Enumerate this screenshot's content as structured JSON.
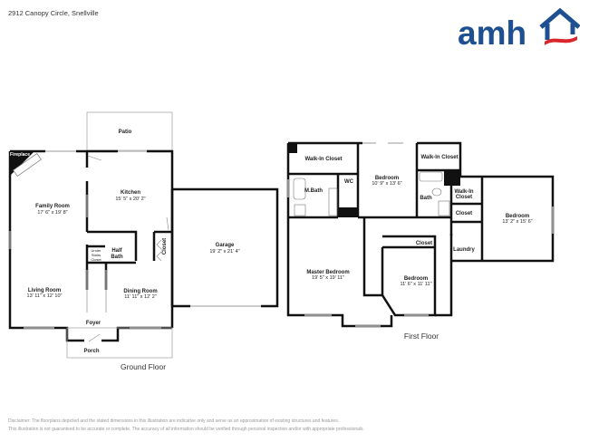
{
  "header": {
    "address": "2912 Canopy Circle, Snellville",
    "logo": {
      "text": "amh",
      "brand_color": "#1d4f91",
      "accent_color": "#d9262c",
      "icon": "house-icon"
    }
  },
  "ground_floor": {
    "title": "Ground Floor",
    "rooms": {
      "patio": {
        "name": "Patio"
      },
      "fireplace": {
        "name": "Fireplace"
      },
      "family_room": {
        "name": "Family Room",
        "dims": "17' 6\" x 19' 8\""
      },
      "kitchen": {
        "name": "Kitchen",
        "dims": "15' 5\" x 20' 2\""
      },
      "garage": {
        "name": "Garage",
        "dims": "19' 2\" x 21' 4\""
      },
      "under_stairs_closet": {
        "name_lines": [
          "Under",
          "Stairs",
          "Closet"
        ]
      },
      "half_bath": {
        "name_lines": [
          "Half",
          "Bath"
        ]
      },
      "closet": {
        "name": "Closet"
      },
      "living_room": {
        "name": "Living Room",
        "dims": "13' 11\" x 12' 10\""
      },
      "dining_room": {
        "name": "Dining Room",
        "dims": "11' 11\" x 12' 2\""
      },
      "foyer": {
        "name": "Foyer"
      },
      "porch": {
        "name": "Porch"
      }
    }
  },
  "first_floor": {
    "title": "First Floor",
    "rooms": {
      "walk_in_closet_master": {
        "name": "Walk-In Closet"
      },
      "m_bath": {
        "name": "M.Bath"
      },
      "wc": {
        "name": "WC"
      },
      "bedroom_2": {
        "name": "Bedroom",
        "dims": "10' 9\" x 13' 6\""
      },
      "walk_in_closet_2": {
        "name": "Walk-In Closet"
      },
      "bath": {
        "name": "Bath"
      },
      "walk_in_closet_3": {
        "name_lines": [
          "Walk-In",
          "Closet"
        ]
      },
      "closet_hall": {
        "name": "Closet"
      },
      "bedroom_3": {
        "name": "Bedroom",
        "dims": "13' 2\" x 15' 6\""
      },
      "laundry": {
        "name": "Laundry"
      },
      "master_bedroom": {
        "name": "Master Bedroom",
        "dims": "19' 5\" x 19' 11\""
      },
      "closet_bed4": {
        "name": "Closet"
      },
      "bedroom_4": {
        "name": "Bedroom",
        "dims": "11' 6\" x 11' 11\""
      }
    }
  },
  "footer": {
    "disclaimer_line1": "Disclaimer: The floorplans depicted and the stated dimensions in this illustration are indicative only and serve as an approximation of existing structures and features.",
    "disclaimer_line2": "This illustration is not guaranteed to be accurate or complete. The accuracy of all information should be verified through personal inspection and/or with appropriate professionals."
  }
}
